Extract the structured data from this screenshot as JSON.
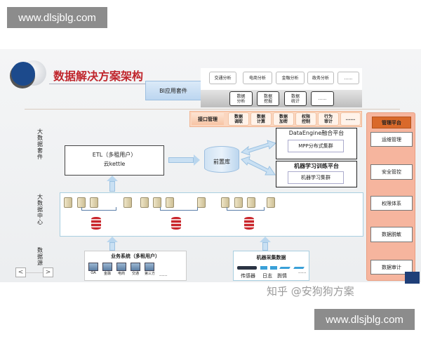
{
  "watermarks": {
    "top": "www.dlsjblg.com",
    "bottom": "www.dlsjblg.com",
    "zhihu": "知乎 @安狗狗方案"
  },
  "title": "数据解决方案架构",
  "bi": {
    "label": "BI应用套件",
    "apps": [
      "交通分析",
      "电商分析",
      "金融分析",
      "政务分析",
      "......"
    ],
    "tools": [
      "数据\n分析",
      "数据\n挖掘",
      "数据\n统计",
      "......"
    ]
  },
  "interface": {
    "label": "接口管理",
    "items": [
      "数据\n调取",
      "数据\n计算",
      "数据\n加密",
      "权限\n控制",
      "行为\n审计",
      "......"
    ]
  },
  "mgmt": {
    "header": "管理平台",
    "items": [
      "运维管理",
      "安全管控",
      "权限体系",
      "数据脱敏",
      "数据审计"
    ]
  },
  "layers": {
    "suite": "大数据套件",
    "center": "大数据中心",
    "source": "数据源"
  },
  "etl": {
    "line1": "ETL（多租用户）",
    "line2": "云kettle"
  },
  "frontdb": "前置库",
  "dataengine": {
    "title": "DataEngine融合平台",
    "inner": "MPP分布式集群"
  },
  "ml": {
    "title": "机器学习训练平台",
    "inner": "机器学习集群"
  },
  "biz": {
    "title": "业务系统（多租用户）",
    "items": [
      "OA",
      "金融",
      "电商",
      "交通",
      "第三方"
    ],
    "more": "......"
  },
  "machine": {
    "title": "机器采集数据",
    "items": [
      "传感器",
      "日志",
      "舆情",
      "......"
    ]
  },
  "nav": {
    "prev": "<",
    "next": ">"
  },
  "colors": {
    "title": "#c0262d",
    "orange": "#d9692b",
    "salmon": "#f6b59e",
    "blue": "#c9e0f3"
  }
}
